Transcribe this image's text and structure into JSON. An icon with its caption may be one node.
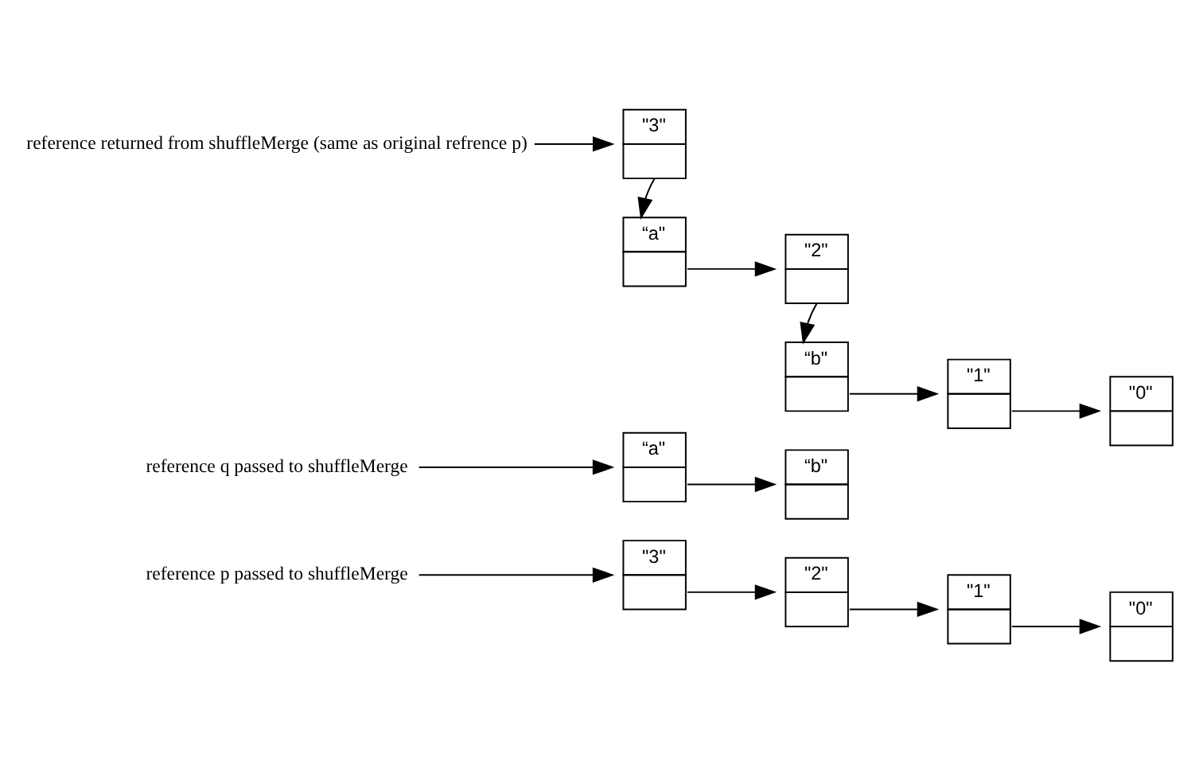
{
  "diagram": {
    "nodes": [
      {
        "text": [
          "reference p passed to shuffleMerge"
        ]
      },
      {
        "text": [
          "\"3\""
        ]
      },
      {
        "text": [
          "\"2\""
        ]
      },
      {
        "text": [
          "\"1\""
        ]
      },
      {
        "text": [
          "\"0\""
        ]
      },
      {
        "text": [
          "reference q passed to shuffleMerge"
        ]
      },
      {
        "text": [
          "“a\""
        ]
      },
      {
        "text": [
          "“b\""
        ]
      },
      {
        "text": [
          "reference returned from shuffleMerge (same as original refrence p)"
        ]
      },
      {
        "text": [
          "\"3\""
        ]
      },
      {
        "text": [
          "\"2\""
        ]
      },
      {
        "text": [
          "\"1\""
        ]
      },
      {
        "text": [
          "\"0\""
        ]
      },
      {
        "text": [
          "“a\""
        ]
      },
      {
        "text": [
          "“b\""
        ]
      }
    ],
    "edges": [
      {
        "from": 0,
        "to": 1,
        "arrow": "to"
      },
      {
        "from": 1,
        "to": 2,
        "arrow": "to"
      },
      {
        "from": 2,
        "to": 3,
        "arrow": "to"
      },
      {
        "from": 3,
        "to": 4,
        "arrow": "to"
      },
      {
        "from": 5,
        "to": 6,
        "arrow": "to"
      },
      {
        "from": 6,
        "to": 7,
        "arrow": "to"
      },
      {
        "from": 8,
        "to": 9,
        "arrow": "to"
      },
      {
        "from": 9,
        "to": 13,
        "arrow": "to"
      },
      {
        "from": 13,
        "to": 10,
        "arrow": "to"
      },
      {
        "from": 10,
        "to": 14,
        "arrow": "to"
      },
      {
        "from": 14,
        "to": 11,
        "arrow": "to"
      },
      {
        "from": 11,
        "to": 12,
        "arrow": "to"
      }
    ]
  }
}
